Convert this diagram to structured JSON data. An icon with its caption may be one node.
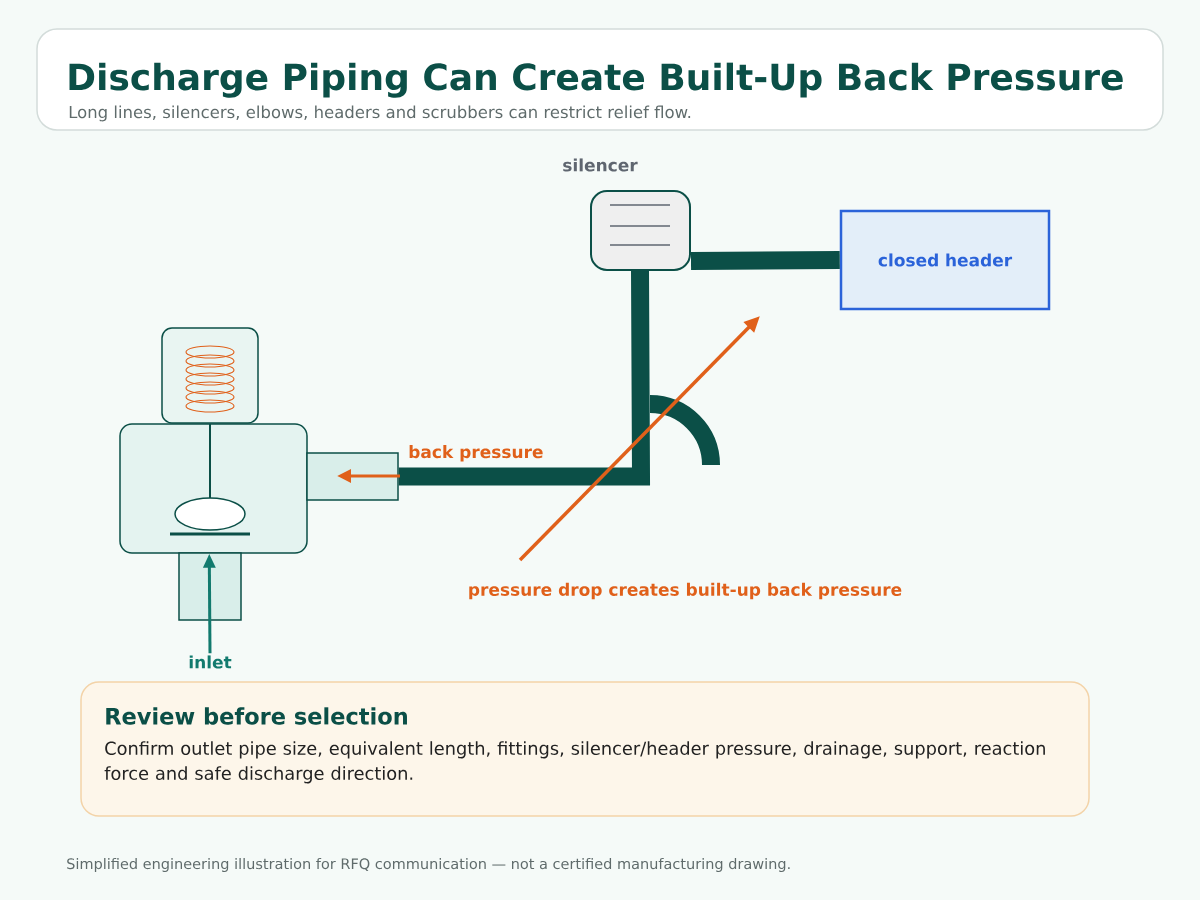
{
  "diagram": {
    "title": "Discharge Piping Can Create Built-Up Back Pressure",
    "caption": "Simplified engineering illustration for RFQ communication — not a certified manufacturing drawing.",
    "nodes": [
      {
        "text": [
          "silencer"
        ]
      },
      {
        "text": [
          "closed header"
        ]
      },
      {
        "text": [],
        "shape": "picture"
      },
      {
        "text": [],
        "shape": "box"
      },
      {
        "text": [
          "inlet"
        ]
      },
      {
        "text": [
          "Review before selection",
          "Confirm outlet pipe size, equivalent length, fittings, silencer/header pressure, drainage, support, reaction force and safe discharge direction."
        ]
      }
    ],
    "edges": [
      {
        "from": 4,
        "to": 2,
        "arrow": "to",
        "color": "#127a6e"
      },
      {
        "from": 3,
        "to": 0,
        "arrow": "none"
      },
      {
        "from": 0,
        "to": 1,
        "arrow": "none"
      }
    ],
    "labels": [
      "Long lines, silencers, elbows, headers and scrubbers can restrict relief flow.",
      "back pressure",
      "pressure drop creates built-up back pressure"
    ]
  }
}
